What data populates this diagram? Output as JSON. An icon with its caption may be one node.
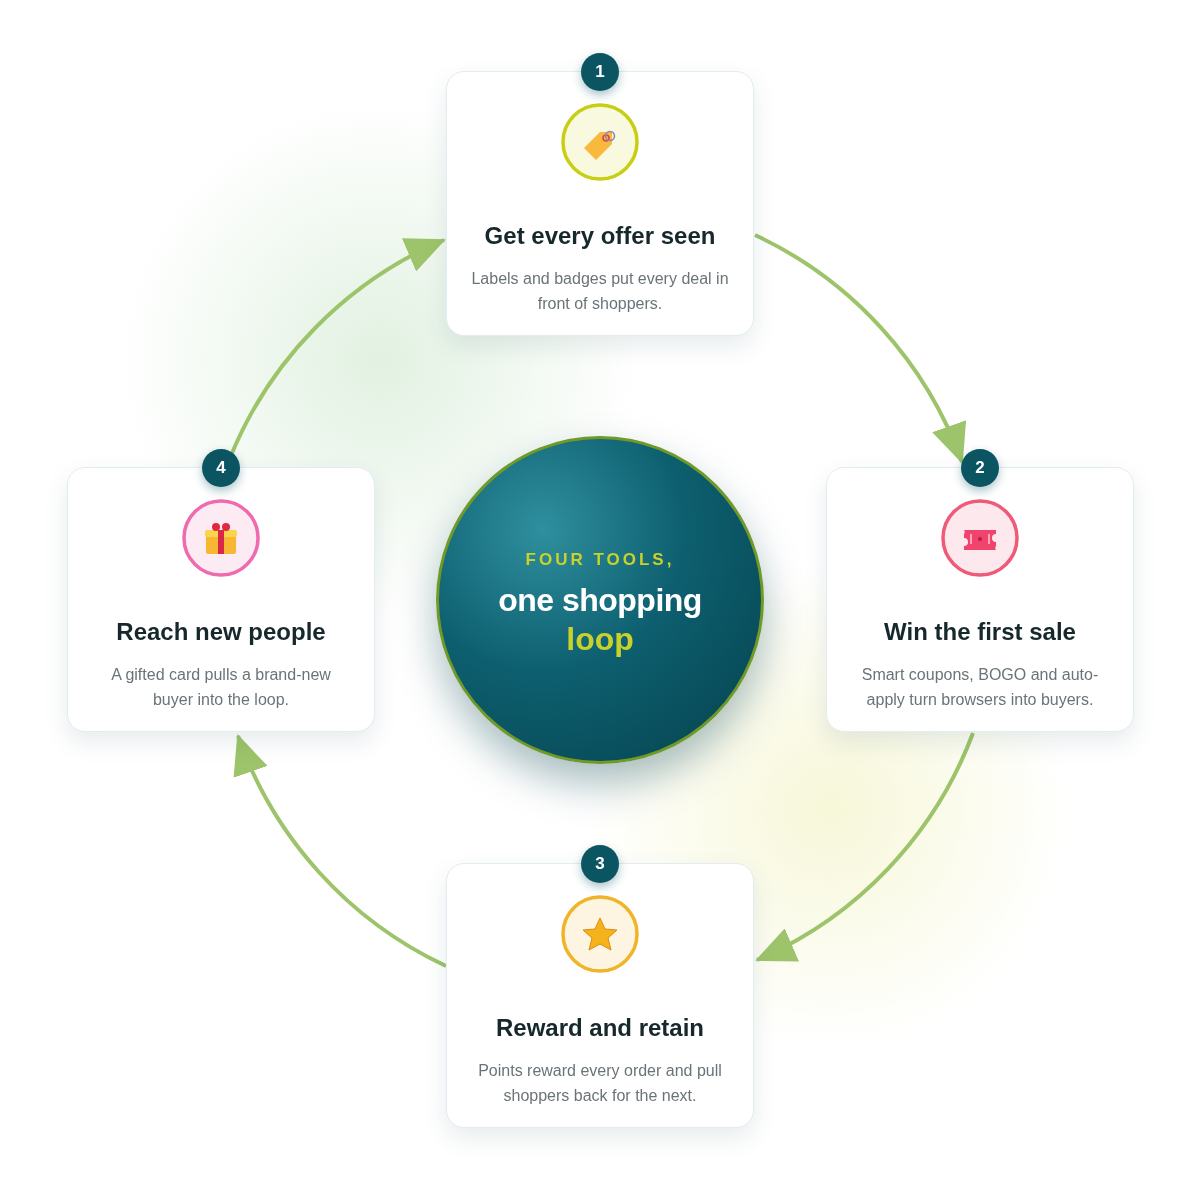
{
  "diagram": {
    "nodes": [
      {
        "text": [
          "FOUR TOOLS,",
          "one shopping",
          "loop"
        ]
      },
      {
        "text": [
          "1",
          "Get every offer seen",
          "Labels and badges put every deal in front of shoppers."
        ]
      },
      {
        "text": [
          "2",
          "Win the first sale",
          "Smart coupons, BOGO and auto-apply turn browsers into buyers."
        ]
      },
      {
        "text": [
          "3",
          "Reward and retain",
          "Points reward every order and pull shoppers back for the next."
        ]
      },
      {
        "text": [
          "4",
          "Reach new people",
          "A gifted card pulls a brand-new buyer into the loop."
        ]
      }
    ],
    "edges": [
      {
        "from": 1,
        "to": 2,
        "arrow": "to"
      },
      {
        "from": 2,
        "to": 3,
        "arrow": "to"
      },
      {
        "from": 3,
        "to": 4,
        "arrow": "to"
      },
      {
        "from": 4,
        "to": 1,
        "arrow": "to"
      }
    ]
  }
}
